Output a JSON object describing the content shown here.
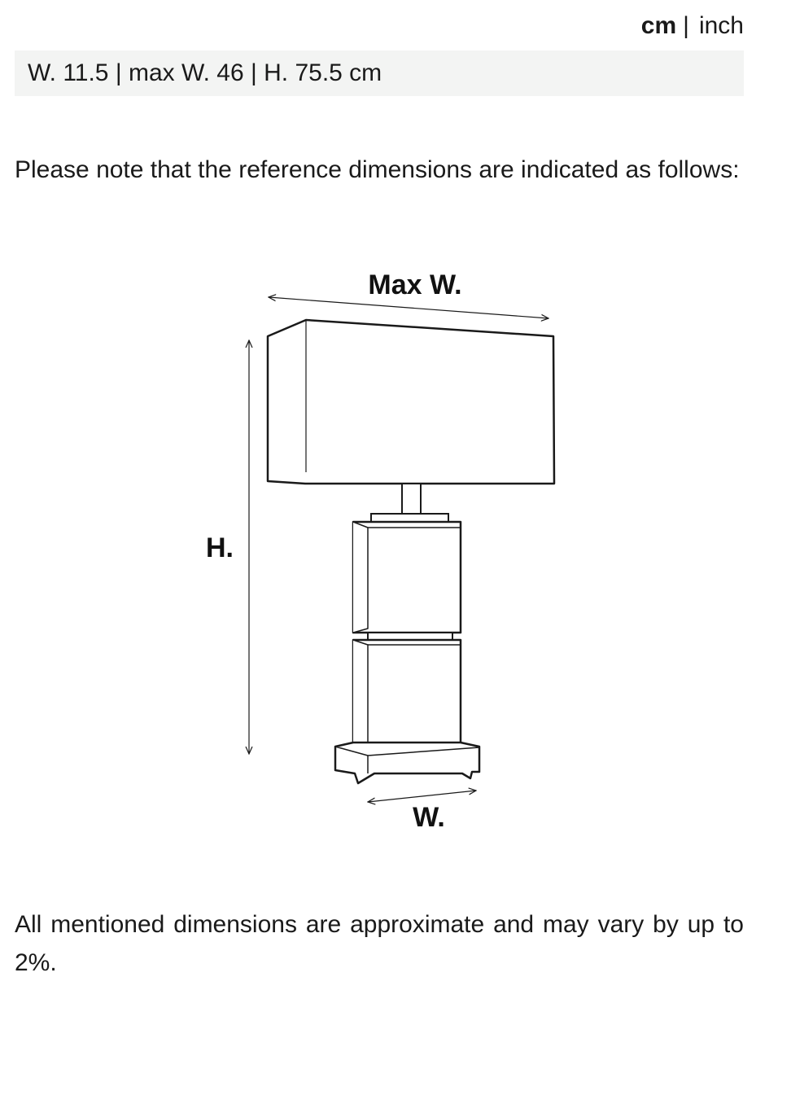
{
  "unit_toggle": {
    "cm_label": "cm",
    "separator": "|",
    "inch_label": "inch",
    "selected": "cm"
  },
  "dimensions_summary": "W. 11.5 | max W. 46 | H. 75.5 cm",
  "reference_note": "Please note that the reference dimensions are indicated as follows:",
  "diagram": {
    "max_width_label": "Max W.",
    "height_label": "H.",
    "width_label": "W."
  },
  "disclaimer": "All mentioned dimensions are approximate and may vary by up to 2%.",
  "colors": {
    "text": "#1a1a1a",
    "bar_background": "#f3f4f3",
    "line": "#1a1a1a"
  }
}
